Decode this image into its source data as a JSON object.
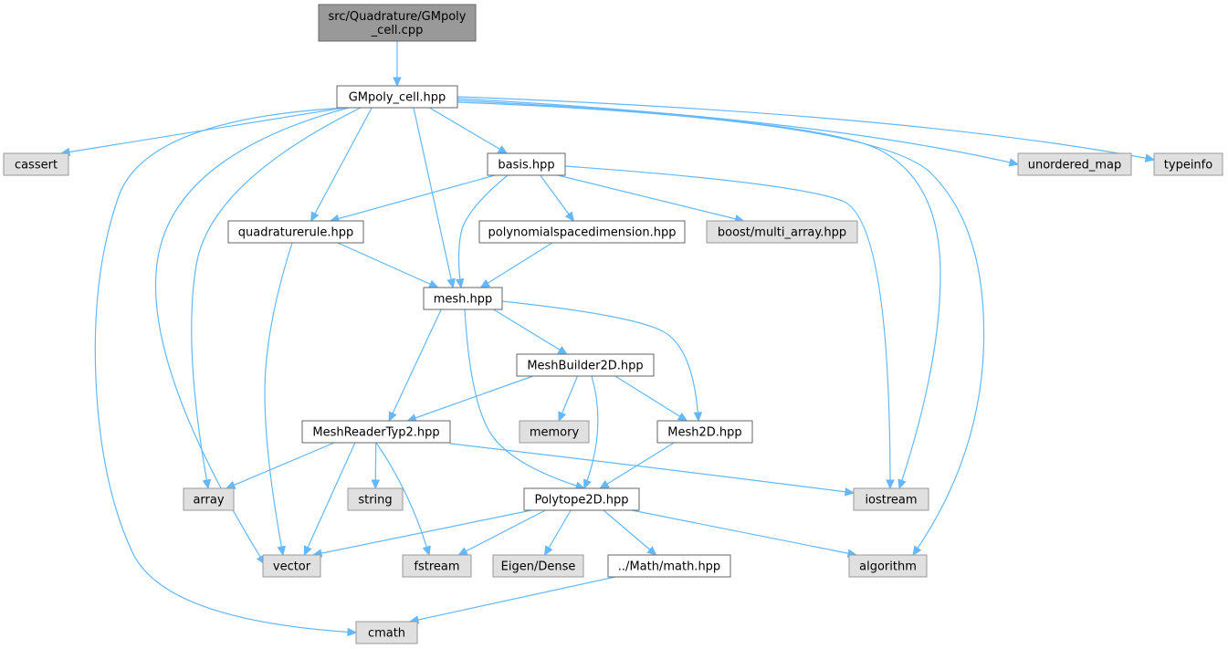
{
  "nodes": [
    {
      "id": "root",
      "kind": "root",
      "lines": [
        "src/Quadrature/GMpoly",
        "_cell.cpp"
      ]
    },
    {
      "id": "gmpoly",
      "kind": "local",
      "lines": [
        "GMpoly_cell.hpp"
      ]
    },
    {
      "id": "cassert",
      "kind": "system",
      "lines": [
        "cassert"
      ]
    },
    {
      "id": "basis",
      "kind": "local",
      "lines": [
        "basis.hpp"
      ]
    },
    {
      "id": "unordered_map",
      "kind": "system",
      "lines": [
        "unordered_map"
      ]
    },
    {
      "id": "typeinfo",
      "kind": "system",
      "lines": [
        "typeinfo"
      ]
    },
    {
      "id": "quadraturerule",
      "kind": "local",
      "lines": [
        "quadraturerule.hpp"
      ]
    },
    {
      "id": "polyspacedim",
      "kind": "local",
      "lines": [
        "polynomialspacedimension.hpp"
      ]
    },
    {
      "id": "multiarray",
      "kind": "system",
      "lines": [
        "boost/multi_array.hpp"
      ]
    },
    {
      "id": "mesh",
      "kind": "local",
      "lines": [
        "mesh.hpp"
      ]
    },
    {
      "id": "meshbuilder",
      "kind": "local",
      "lines": [
        "MeshBuilder2D.hpp"
      ]
    },
    {
      "id": "meshreader",
      "kind": "local",
      "lines": [
        "MeshReaderTyp2.hpp"
      ]
    },
    {
      "id": "memory",
      "kind": "system",
      "lines": [
        "memory"
      ]
    },
    {
      "id": "mesh2d",
      "kind": "local",
      "lines": [
        "Mesh2D.hpp"
      ]
    },
    {
      "id": "array",
      "kind": "system",
      "lines": [
        "array"
      ]
    },
    {
      "id": "string",
      "kind": "system",
      "lines": [
        "string"
      ]
    },
    {
      "id": "polytope",
      "kind": "local",
      "lines": [
        "Polytope2D.hpp"
      ]
    },
    {
      "id": "iostream",
      "kind": "system",
      "lines": [
        "iostream"
      ]
    },
    {
      "id": "vector",
      "kind": "system",
      "lines": [
        "vector"
      ]
    },
    {
      "id": "fstream",
      "kind": "system",
      "lines": [
        "fstream"
      ]
    },
    {
      "id": "eigen",
      "kind": "system",
      "lines": [
        "Eigen/Dense"
      ]
    },
    {
      "id": "mathhpp",
      "kind": "local",
      "lines": [
        "../Math/math.hpp"
      ]
    },
    {
      "id": "algorithm",
      "kind": "system",
      "lines": [
        "algorithm"
      ]
    },
    {
      "id": "cmath",
      "kind": "system",
      "lines": [
        "cmath"
      ]
    }
  ],
  "edges": [
    [
      "root",
      "gmpoly"
    ],
    [
      "gmpoly",
      "cassert"
    ],
    [
      "gmpoly",
      "basis"
    ],
    [
      "gmpoly",
      "unordered_map"
    ],
    [
      "gmpoly",
      "typeinfo"
    ],
    [
      "gmpoly",
      "quadraturerule"
    ],
    [
      "gmpoly",
      "mesh"
    ],
    [
      "gmpoly",
      "array"
    ],
    [
      "gmpoly",
      "vector"
    ],
    [
      "gmpoly",
      "cmath"
    ],
    [
      "gmpoly",
      "iostream"
    ],
    [
      "gmpoly",
      "algorithm"
    ],
    [
      "basis",
      "quadraturerule"
    ],
    [
      "basis",
      "mesh"
    ],
    [
      "basis",
      "polyspacedim"
    ],
    [
      "basis",
      "multiarray"
    ],
    [
      "basis",
      "iostream"
    ],
    [
      "quadraturerule",
      "mesh"
    ],
    [
      "quadraturerule",
      "vector"
    ],
    [
      "polyspacedim",
      "mesh"
    ],
    [
      "mesh",
      "meshbuilder"
    ],
    [
      "mesh",
      "meshreader"
    ],
    [
      "mesh",
      "mesh2d"
    ],
    [
      "mesh",
      "polytope"
    ],
    [
      "meshbuilder",
      "meshreader"
    ],
    [
      "meshbuilder",
      "memory"
    ],
    [
      "meshbuilder",
      "mesh2d"
    ],
    [
      "meshbuilder",
      "polytope"
    ],
    [
      "meshreader",
      "array"
    ],
    [
      "meshreader",
      "string"
    ],
    [
      "meshreader",
      "vector"
    ],
    [
      "meshreader",
      "fstream"
    ],
    [
      "meshreader",
      "iostream"
    ],
    [
      "mesh2d",
      "polytope"
    ],
    [
      "polytope",
      "vector"
    ],
    [
      "polytope",
      "fstream"
    ],
    [
      "polytope",
      "eigen"
    ],
    [
      "polytope",
      "mathhpp"
    ],
    [
      "polytope",
      "algorithm"
    ],
    [
      "mathhpp",
      "cmath"
    ]
  ]
}
